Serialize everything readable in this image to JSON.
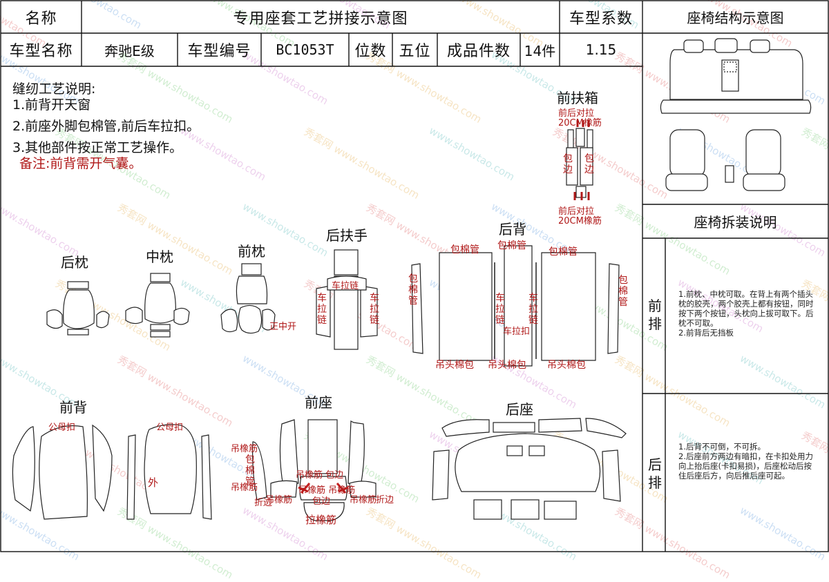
{
  "header": {
    "name_label": "名称",
    "title": "专用座套工艺拼接示意图",
    "coef_label": "车型系数",
    "structure_title": "座椅结构示意图",
    "model_name_label": "车型名称",
    "model_name": "奔驰E级",
    "model_code_label": "车型编号",
    "model_code": "BC1053T",
    "seats_label": "位数",
    "seats": "五位",
    "pieces_label": "成品件数",
    "pieces": "14件",
    "coef_value": "1.15"
  },
  "notes": {
    "heading": "缝纫工艺说明:",
    "items": [
      "1.前背开天窗",
      "2.前座外脚包棉管,前后车拉扣。",
      "3.其他部件按正常工艺操作。"
    ],
    "remark": "备注:前背需开气囊。"
  },
  "sections": {
    "rear_pillow": "后枕",
    "mid_pillow": "中枕",
    "front_pillow": "前枕",
    "rear_armrest": "后扶手",
    "rear_back": "后背",
    "front_box": "前扶箱",
    "front_back": "前背",
    "front_seat": "前座",
    "rear_seat": "后座"
  },
  "annotations": {
    "front_back_pull_top": "前后对拉\n20CM橡筋",
    "front_back_pull_bottom": "前后对拉\n20CM橡筋",
    "wrap_edge": "包边",
    "front_pillow_open": "正中开",
    "zipper": "车拉链",
    "wrap_cotton": "包棉管",
    "zip_buckle": "车拉扣",
    "hang_wrap": "吊头棉包",
    "male_female_buckle": "公母扣",
    "outer": "外",
    "hang_elastic": "吊橡筋",
    "wrap_cotton_pipe": "包棉管",
    "fold_edge": "折边",
    "pull_elastic": "拉橡筋",
    "seat_elastic_top": "吊橡筋 包边",
    "seat_elastic_mid": "吊橡筋 吊橡筋"
  },
  "right_panel": {
    "disassembly_title": "座椅拆装说明",
    "front_row_label": "前排",
    "front_row_text": "1.前枕、中枕可取。在背上有两个插头枕的胶壳，两个胶壳上都有按钮，同时按下两个按钮，头枕向上拔可取下。后枕不可取。\n2.前背后无挡板",
    "rear_row_label": "后排",
    "rear_row_text": "1.后背不可倒，不可拆。\n2.后座前方两边有暗扣，在卡扣处用力向上抬后座(卡扣易损)，后座松动后按住后座后方，向后推后座可起。"
  },
  "watermark": {
    "text_cn": "秀套网",
    "text_en": "www.showtao.com"
  },
  "colors": {
    "annotation_red": "#b01818",
    "line": "#111111"
  }
}
